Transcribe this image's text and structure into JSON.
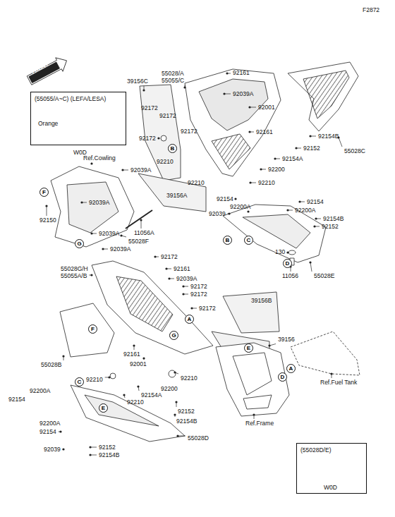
{
  "diagram": {
    "nodes": [
      {
        "text": [
          "(55055/A~C) (LEFA/LESA)",
          "Orange"
        ]
      },
      {
        "text": [
          "B"
        ]
      },
      {
        "text": [
          "F"
        ]
      },
      {
        "text": [
          "G"
        ]
      },
      {
        "text": [
          "B"
        ]
      },
      {
        "text": [
          "C"
        ]
      },
      {
        "text": [
          "D"
        ]
      },
      {
        "text": [
          "A"
        ]
      },
      {
        "text": [
          "F"
        ]
      },
      {
        "text": [
          "G"
        ]
      },
      {
        "text": [
          "E"
        ]
      },
      {
        "text": [
          "A"
        ]
      },
      {
        "text": [
          "D"
        ]
      },
      {
        "text": [
          "C"
        ]
      },
      {
        "text": [
          "E"
        ]
      },
      {
        "text": [
          "(55028D/E)",
          "W0D"
        ]
      }
    ],
    "labels": [
      "FRONT",
      "F2872",
      "55028/A",
      "55055/C",
      "92161",
      "39156C",
      "92039A",
      "92001",
      "92172",
      "92172",
      "92172",
      "92172",
      "92161",
      "55028C",
      "92154B",
      "92152",
      "92154A",
      "92200",
      "92210",
      "92210",
      "92210",
      "W0D",
      "Ref.Cowling",
      "92039A",
      "39156A",
      "92154",
      "92154",
      "92200A",
      "92200A",
      "92039",
      "92154B",
      "92152",
      "11056A",
      "92039A",
      "92150",
      "92039A",
      "55028F",
      "92039A",
      "130",
      "11056",
      "55028E",
      "92172",
      "55028G/H",
      "55055A/B",
      "92161",
      "92039A",
      "92172",
      "92172",
      "39156B",
      "92172",
      "39156",
      "Ref.Fuel Tank",
      "92161",
      "92001",
      "55028B",
      "92210",
      "92210",
      "92200",
      "92154A",
      "92210",
      "92152",
      "92154B",
      "Ref.Frame",
      "92200A",
      "92154",
      "92200A",
      "92154",
      "92039",
      "55028D",
      "92152",
      "92154B"
    ]
  }
}
